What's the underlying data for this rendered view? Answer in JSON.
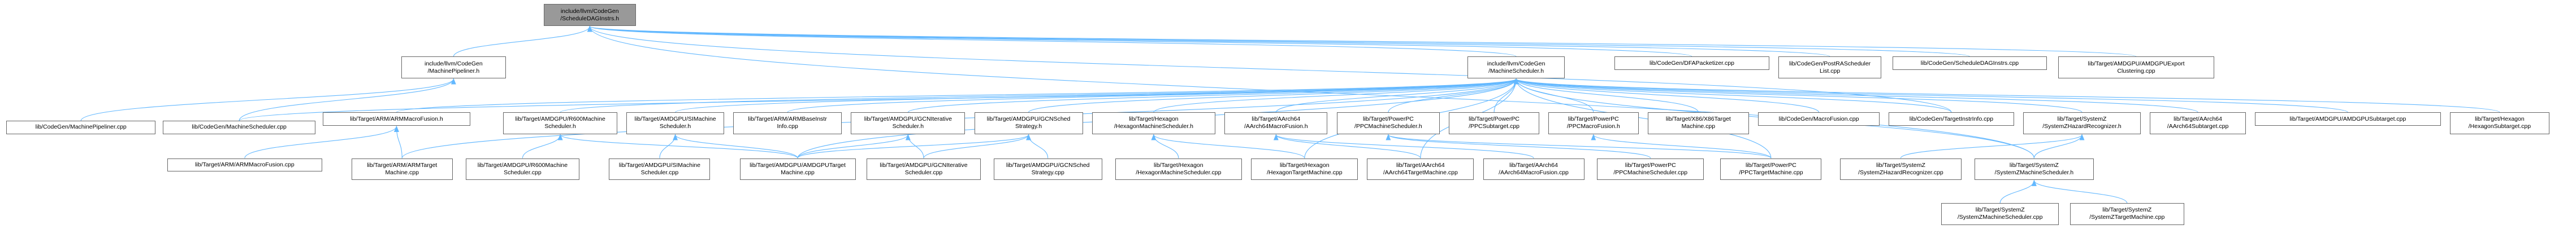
{
  "graph": {
    "root": "n0",
    "colors": {
      "edge": "#63b8ff",
      "root_fill": "#999999",
      "node_border": "#666666",
      "node_fill": "#ffffff"
    },
    "nodes": [
      {
        "id": "n0",
        "label": "include/llvm/CodeGen\n/ScheduleDAGInstrs.h"
      },
      {
        "id": "n1",
        "label": "include/llvm/CodeGen\n/MachinePipeliner.h"
      },
      {
        "id": "n2",
        "label": "include/llvm/CodeGen\n/MachineScheduler.h"
      },
      {
        "id": "n3",
        "label": "lib/CodeGen/DFAPacketizer.cpp"
      },
      {
        "id": "n4",
        "label": "lib/CodeGen/PostRAScheduler\nList.cpp"
      },
      {
        "id": "n5",
        "label": "lib/CodeGen/ScheduleDAGInstrs.cpp"
      },
      {
        "id": "n6",
        "label": "lib/Target/AMDGPU/AMDGPUExport\nClustering.cpp"
      },
      {
        "id": "n7",
        "label": "lib/CodeGen/MachinePipeliner.cpp"
      },
      {
        "id": "n8",
        "label": "lib/CodeGen/MachineScheduler.cpp"
      },
      {
        "id": "n9",
        "label": "lib/Target/ARM/ARMMacroFusion.h"
      },
      {
        "id": "n10",
        "label": "lib/Target/AMDGPU/R600Machine\nScheduler.h"
      },
      {
        "id": "n11",
        "label": "lib/Target/AMDGPU/SIMachine\nScheduler.h"
      },
      {
        "id": "n12",
        "label": "lib/Target/ARM/ARMBaseInstr\nInfo.cpp"
      },
      {
        "id": "n13",
        "label": "lib/Target/AMDGPU/GCNIterative\nScheduler.h"
      },
      {
        "id": "n14",
        "label": "lib/Target/AMDGPU/GCNSched\nStrategy.h"
      },
      {
        "id": "n15",
        "label": "lib/Target/Hexagon\n/HexagonMachineScheduler.h"
      },
      {
        "id": "n16",
        "label": "lib/Target/AArch64\n/AArch64MacroFusion.h"
      },
      {
        "id": "n17",
        "label": "lib/Target/PowerPC\n/PPCMachineScheduler.h"
      },
      {
        "id": "n18",
        "label": "lib/Target/PowerPC\n/PPCSubtarget.cpp"
      },
      {
        "id": "n19",
        "label": "lib/Target/PowerPC\n/PPCMacroFusion.h"
      },
      {
        "id": "n20",
        "label": "lib/Target/X86/X86Target\nMachine.cpp"
      },
      {
        "id": "n21",
        "label": "lib/CodeGen/MacroFusion.cpp"
      },
      {
        "id": "n22",
        "label": "lib/CodeGen/TargetInstrInfo.cpp"
      },
      {
        "id": "n23",
        "label": "lib/Target/SystemZ\n/SystemZHazardRecognizer.h"
      },
      {
        "id": "n24",
        "label": "lib/Target/AArch64\n/AArch64Subtarget.cpp"
      },
      {
        "id": "n25",
        "label": "lib/Target/AMDGPU/AMDGPUSubtarget.cpp"
      },
      {
        "id": "n26",
        "label": "lib/Target/Hexagon\n/HexagonSubtarget.cpp"
      },
      {
        "id": "n27",
        "label": "lib/Target/ARM/ARMMacroFusion.cpp"
      },
      {
        "id": "n28",
        "label": "lib/Target/ARM/ARMTarget\nMachine.cpp"
      },
      {
        "id": "n29",
        "label": "lib/Target/AMDGPU/R600Machine\nScheduler.cpp"
      },
      {
        "id": "n30",
        "label": "lib/Target/AMDGPU/SIMachine\nScheduler.cpp"
      },
      {
        "id": "n31",
        "label": "lib/Target/AMDGPU/AMDGPUTarget\nMachine.cpp"
      },
      {
        "id": "n32",
        "label": "lib/Target/AMDGPU/GCNIterative\nScheduler.cpp"
      },
      {
        "id": "n33",
        "label": "lib/Target/AMDGPU/GCNSched\nStrategy.cpp"
      },
      {
        "id": "n34",
        "label": "lib/Target/Hexagon\n/HexagonMachineScheduler.cpp"
      },
      {
        "id": "n35",
        "label": "lib/Target/Hexagon\n/HexagonTargetMachine.cpp"
      },
      {
        "id": "n36",
        "label": "lib/Target/AArch64\n/AArch64TargetMachine.cpp"
      },
      {
        "id": "n37",
        "label": "lib/Target/AArch64\n/AArch64MacroFusion.cpp"
      },
      {
        "id": "n38",
        "label": "lib/Target/PowerPC\n/PPCMachineScheduler.cpp"
      },
      {
        "id": "n39",
        "label": "lib/Target/PowerPC\n/PPCTargetMachine.cpp"
      },
      {
        "id": "n40",
        "label": "lib/Target/SystemZ\n/SystemZHazardRecognizer.cpp"
      },
      {
        "id": "n41",
        "label": "lib/Target/SystemZ\n/SystemZMachineScheduler.h"
      },
      {
        "id": "n42",
        "label": "lib/Target/SystemZ\n/SystemZMachineScheduler.cpp"
      },
      {
        "id": "n43",
        "label": "lib/Target/SystemZ\n/SystemZTargetMachine.cpp"
      }
    ],
    "edges": [
      [
        "n1",
        "n0"
      ],
      [
        "n2",
        "n0"
      ],
      [
        "n3",
        "n0"
      ],
      [
        "n4",
        "n0"
      ],
      [
        "n5",
        "n0"
      ],
      [
        "n6",
        "n0"
      ],
      [
        "n22",
        "n0"
      ],
      [
        "n41",
        "n0"
      ],
      [
        "n7",
        "n1"
      ],
      [
        "n8",
        "n1"
      ],
      [
        "n8",
        "n2"
      ],
      [
        "n9",
        "n2"
      ],
      [
        "n10",
        "n2"
      ],
      [
        "n11",
        "n2"
      ],
      [
        "n12",
        "n2"
      ],
      [
        "n13",
        "n2"
      ],
      [
        "n14",
        "n2"
      ],
      [
        "n15",
        "n2"
      ],
      [
        "n16",
        "n2"
      ],
      [
        "n17",
        "n2"
      ],
      [
        "n18",
        "n2"
      ],
      [
        "n19",
        "n2"
      ],
      [
        "n20",
        "n2"
      ],
      [
        "n21",
        "n2"
      ],
      [
        "n22",
        "n2"
      ],
      [
        "n23",
        "n2"
      ],
      [
        "n24",
        "n2"
      ],
      [
        "n25",
        "n2"
      ],
      [
        "n26",
        "n2"
      ],
      [
        "n28",
        "n2"
      ],
      [
        "n31",
        "n2"
      ],
      [
        "n35",
        "n2"
      ],
      [
        "n36",
        "n2"
      ],
      [
        "n39",
        "n2"
      ],
      [
        "n41",
        "n2"
      ],
      [
        "n27",
        "n9"
      ],
      [
        "n28",
        "n9"
      ],
      [
        "n29",
        "n10"
      ],
      [
        "n31",
        "n10"
      ],
      [
        "n30",
        "n11"
      ],
      [
        "n31",
        "n11"
      ],
      [
        "n32",
        "n13"
      ],
      [
        "n31",
        "n13"
      ],
      [
        "n33",
        "n14"
      ],
      [
        "n31",
        "n14"
      ],
      [
        "n32",
        "n14"
      ],
      [
        "n34",
        "n15"
      ],
      [
        "n35",
        "n15"
      ],
      [
        "n36",
        "n16"
      ],
      [
        "n37",
        "n16"
      ],
      [
        "n38",
        "n17"
      ],
      [
        "n39",
        "n17"
      ],
      [
        "n39",
        "n19"
      ],
      [
        "n40",
        "n23"
      ],
      [
        "n41",
        "n23"
      ],
      [
        "n42",
        "n41"
      ],
      [
        "n43",
        "n41"
      ]
    ]
  }
}
